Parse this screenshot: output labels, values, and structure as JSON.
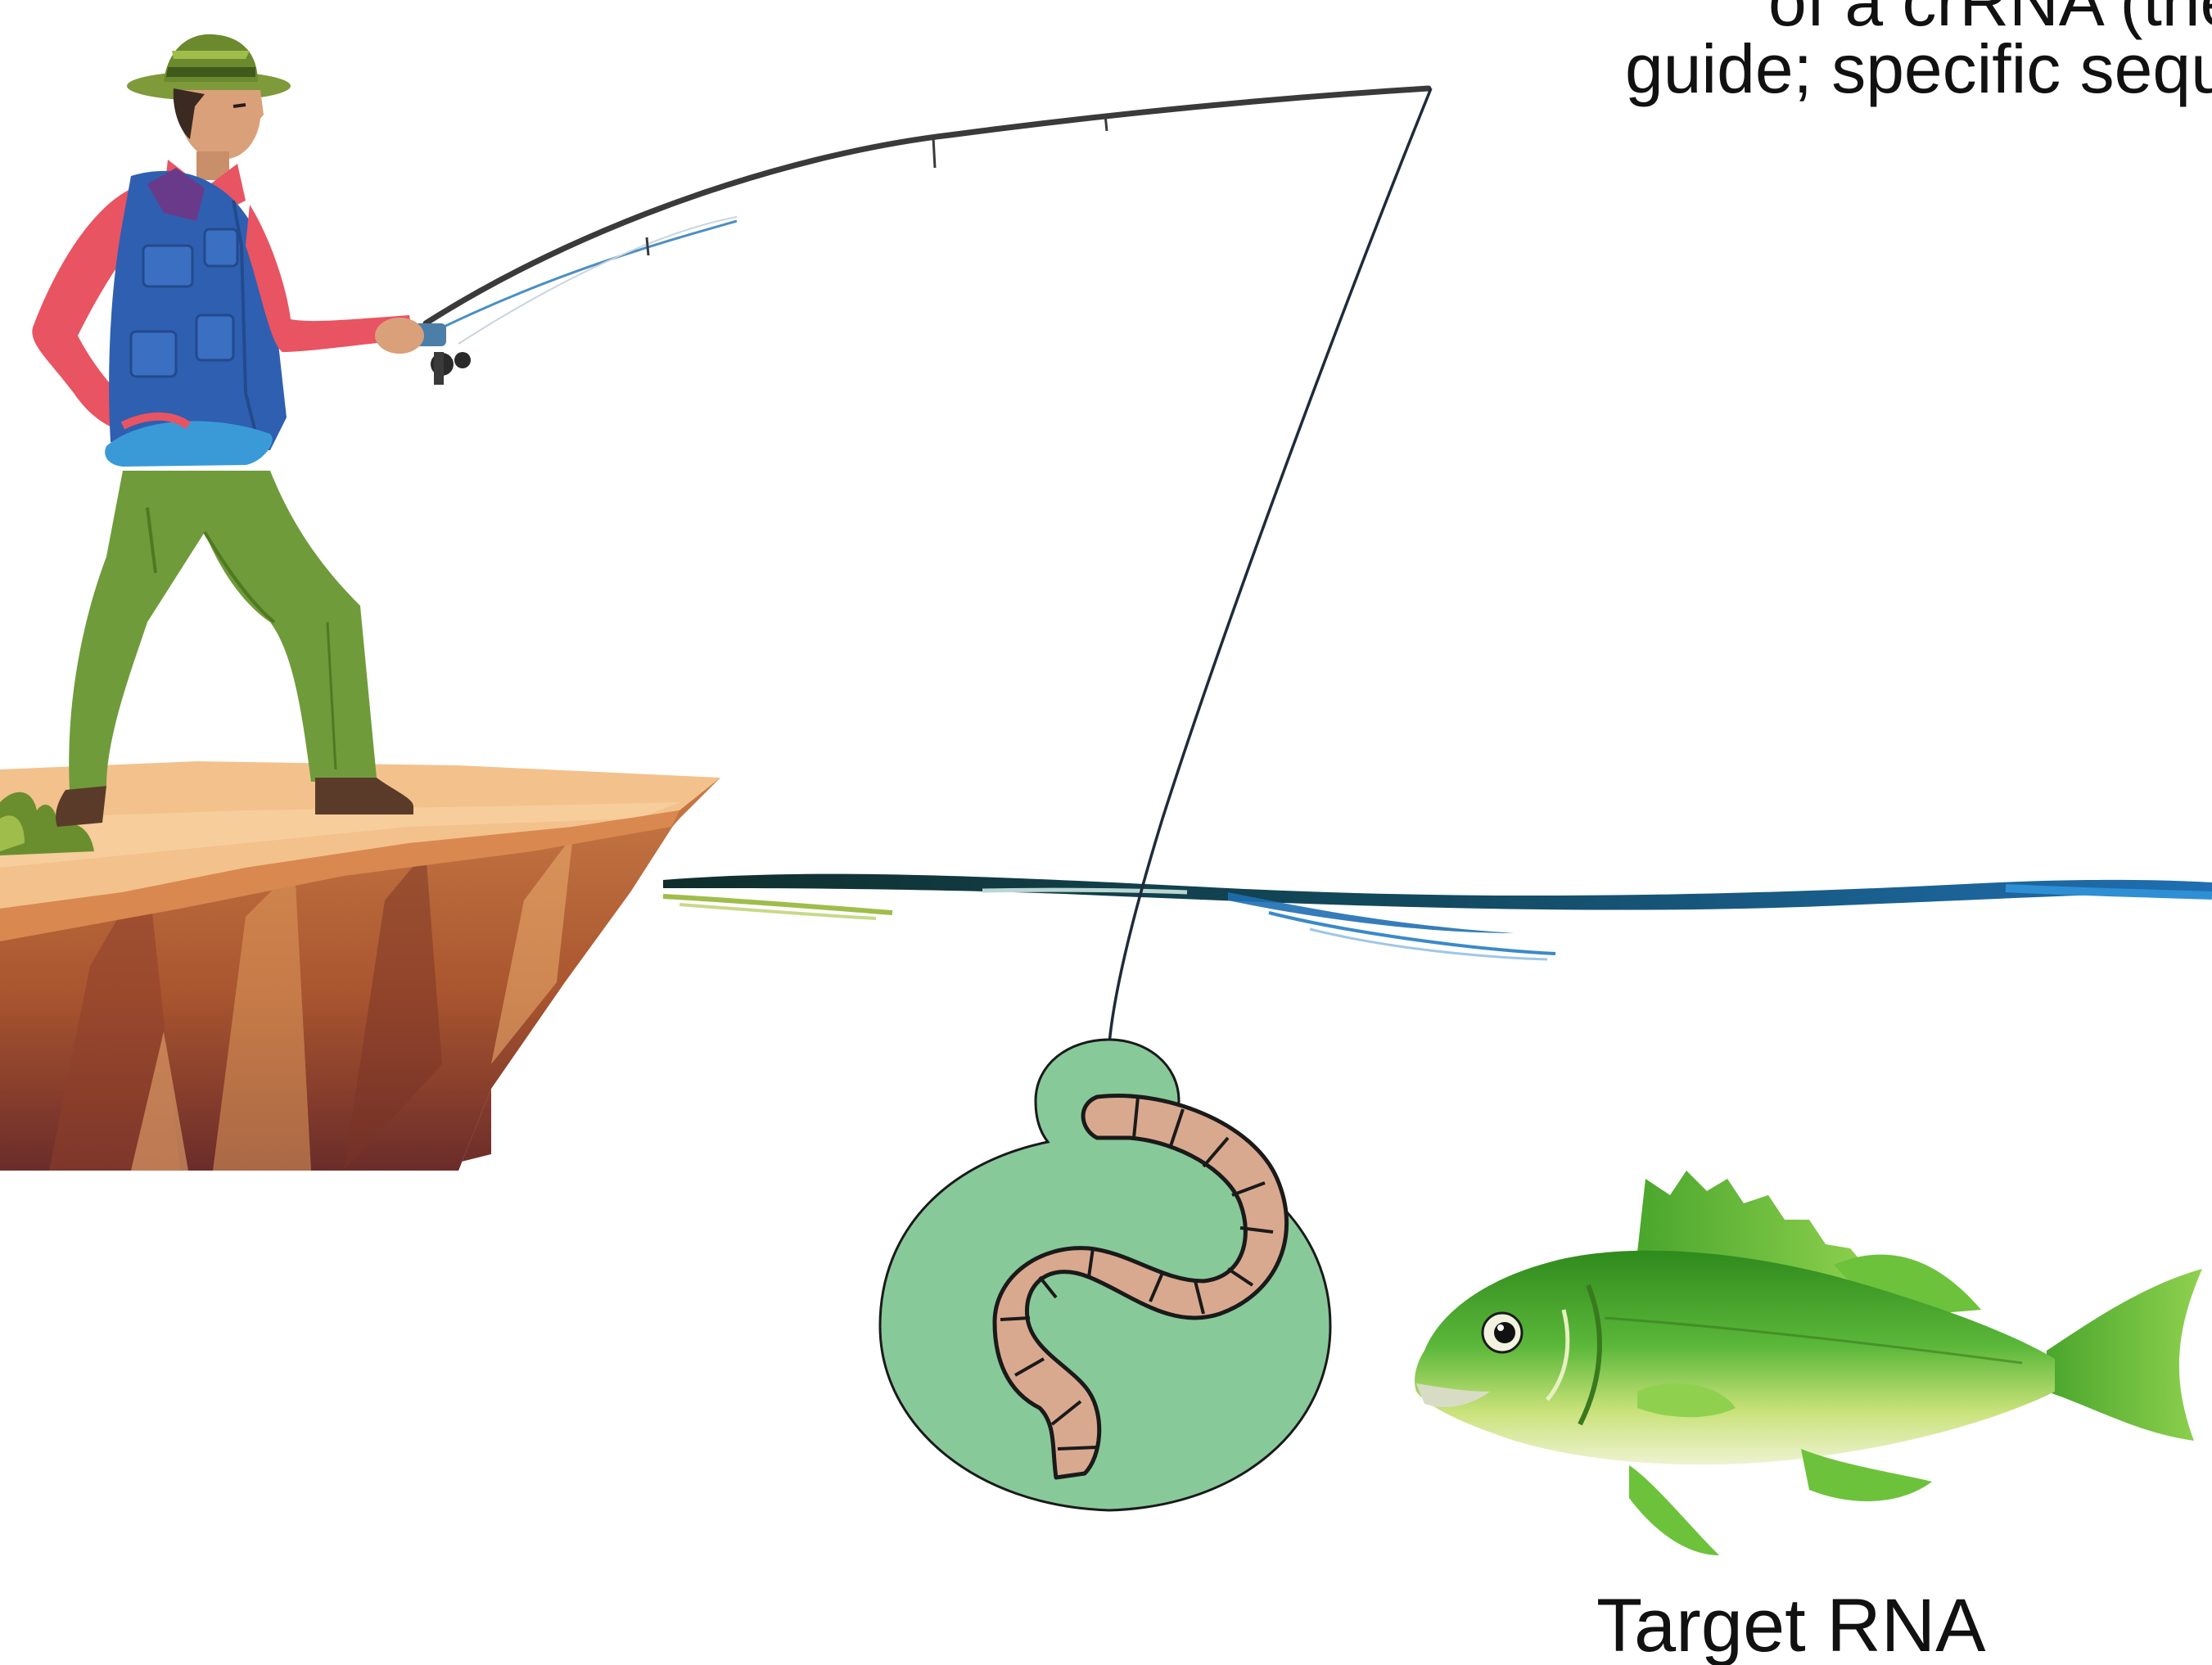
{
  "captions": {
    "top_line_1": "of a crRNA (the bait) compl",
    "top_line_2": "guide; specific sequence rec",
    "target": "Target RNA"
  },
  "figure": {
    "fisherman": "fisherman-figure",
    "rod": "fishing-rod",
    "line": "fishing-line",
    "bait": "green-crrna-bait",
    "worm": "worm-bait",
    "cliff": "rocky-cliff",
    "water": "water-surface",
    "fish": "green-fish-target"
  },
  "colors": {
    "bait_blob": "#88c99a",
    "worm_fill": "#d9a98f",
    "fish_green": "#5cb83a",
    "cliff_top": "#f3c18c",
    "cliff_side": "#b5653a",
    "water_blue": "#1f6fb2"
  }
}
